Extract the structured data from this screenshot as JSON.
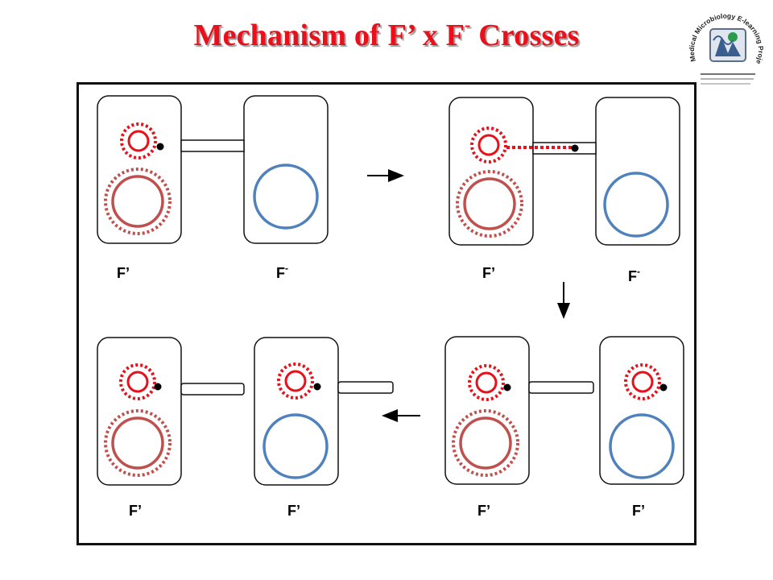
{
  "title": {
    "main": "Mechanism of F’ x F",
    "superscript": "-",
    "suffix": " Crosses"
  },
  "logo": {
    "text": "Medical Microbiology E-learning Project",
    "icon": "logo-seal-icon"
  },
  "labels": {
    "f_prime": "F’",
    "f_minus_base": "F",
    "f_minus_sup": "-"
  },
  "colors": {
    "title": "#e8101a",
    "plasmid": "#e8101a",
    "chromosome_donor": "#c0504d",
    "chromosome_recipient": "#4f81bd",
    "cell_outline": "#111111"
  }
}
